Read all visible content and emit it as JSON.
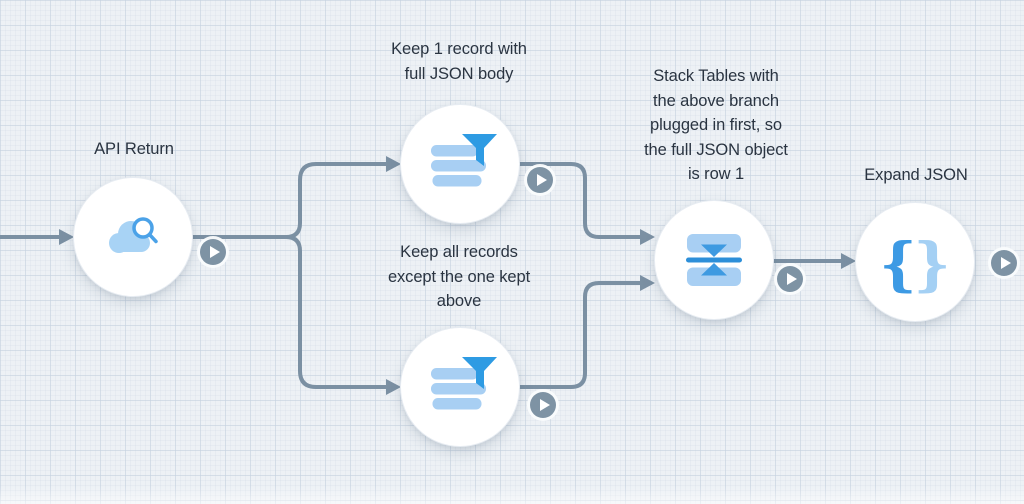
{
  "canvas": {
    "background": "#EDF1F5",
    "grid_major_color": "#C5D1DF",
    "grid_minor_color": "#CBD6E3"
  },
  "palette": {
    "connector": "#7B90A3",
    "node_fill": "#FFFFFF",
    "icon_light_blue": "#A8CFF3",
    "icon_blue": "#2E9BE3",
    "icon_mid_blue": "#3E9AE1",
    "icon_dark_blue": "#2D8FD9",
    "label_text": "#2A3441",
    "play_fill": "#7E93A4",
    "play_glyph": "#FFFFFF"
  },
  "nodes": [
    {
      "id": "api-return",
      "label": "API Return",
      "icon": "cloud-search-icon"
    },
    {
      "id": "keep-1-record",
      "label": "Keep 1 record with\nfull JSON body",
      "icon": "filter-icon"
    },
    {
      "id": "keep-all-records",
      "label": "Keep all records\nexcept the one kept\nabove",
      "icon": "filter-icon"
    },
    {
      "id": "stack-tables",
      "label": "Stack Tables with\nthe above branch\nplugged in first, so\nthe full JSON object\nis row 1",
      "icon": "stack-icon"
    },
    {
      "id": "expand-json",
      "label": "Expand JSON",
      "icon": "curly-braces-icon"
    }
  ],
  "edges": [
    {
      "from": "canvas-left",
      "to": "api-return"
    },
    {
      "from": "api-return",
      "to": "keep-1-record"
    },
    {
      "from": "api-return",
      "to": "keep-all-records"
    },
    {
      "from": "keep-1-record",
      "to": "stack-tables"
    },
    {
      "from": "keep-all-records",
      "to": "stack-tables"
    },
    {
      "from": "stack-tables",
      "to": "expand-json"
    }
  ]
}
